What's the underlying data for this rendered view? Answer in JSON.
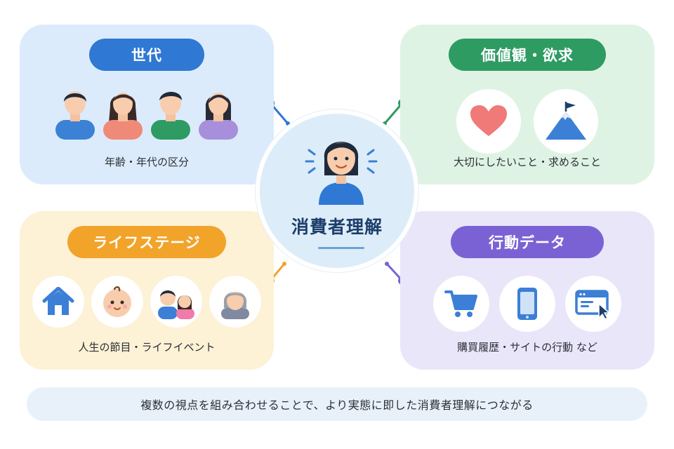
{
  "center": {
    "title": "消費者理解"
  },
  "generation": {
    "label": "世代",
    "caption": "年齢・年代の区分",
    "icons": [
      "man-icon",
      "woman-icon",
      "young-man-icon",
      "young-woman-icon"
    ]
  },
  "values": {
    "label": "価値観・欲求",
    "caption": "大切にしたいこと・求めること",
    "icons": [
      "heart-icon",
      "mountain-flag-icon"
    ]
  },
  "lifestage": {
    "label": "ライフステージ",
    "caption": "人生の節目・ライフイベント",
    "icons": [
      "house-icon",
      "baby-icon",
      "couple-icon",
      "elder-icon"
    ]
  },
  "behavior": {
    "label": "行動データ",
    "caption": "購買履歴・サイトの行動 など",
    "icons": [
      "shopping-cart-icon",
      "smartphone-icon",
      "browser-click-icon"
    ]
  },
  "footer": {
    "text": "複数の視点を組み合わせることで、より実態に即した消費者理解につながる"
  },
  "colors": {
    "generation": "#2f78d4",
    "values": "#2e9b63",
    "lifestage": "#f2a32a",
    "behavior": "#7b62d4",
    "center_text": "#1e3e6b"
  }
}
